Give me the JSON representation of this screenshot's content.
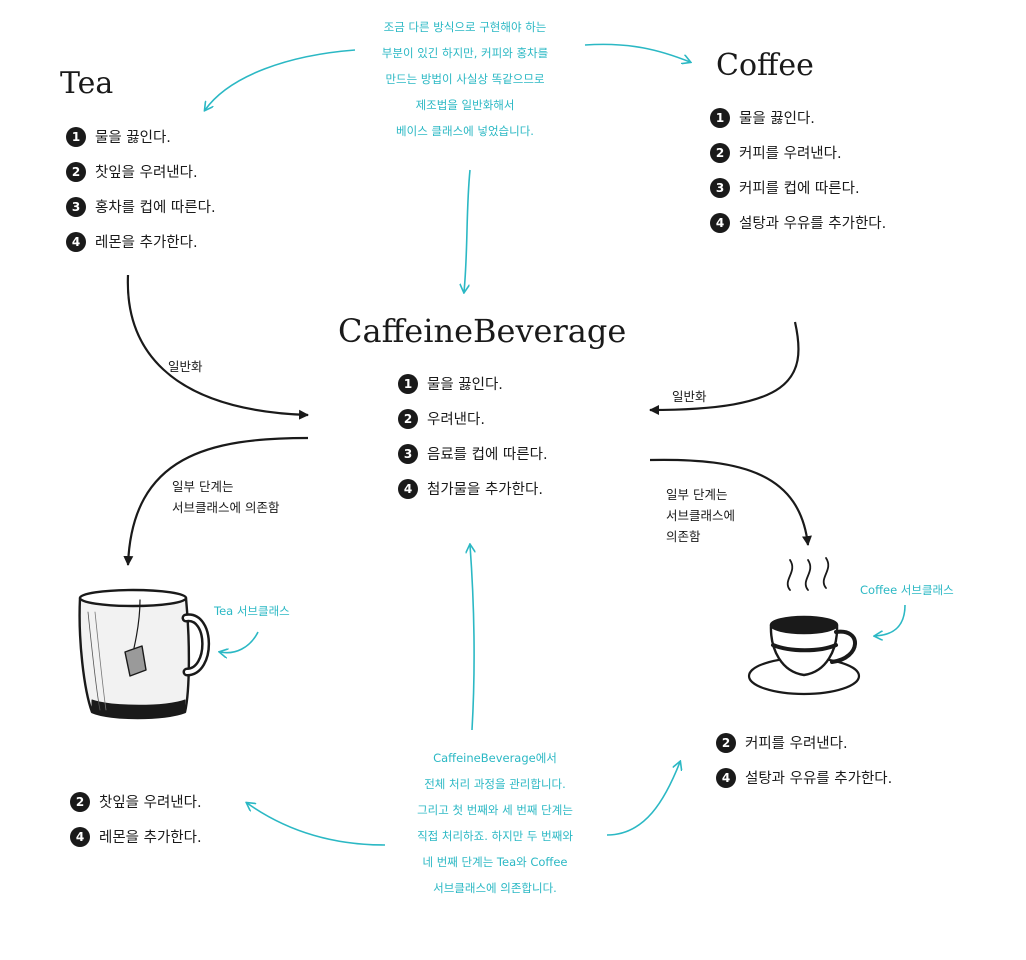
{
  "tea": {
    "title": "Tea",
    "steps": [
      {
        "num": "1",
        "text": "물을 끓인다."
      },
      {
        "num": "2",
        "text": "찻잎을 우려낸다."
      },
      {
        "num": "3",
        "text": "홍차를 컵에 따른다."
      },
      {
        "num": "4",
        "text": "레몬을 추가한다."
      }
    ]
  },
  "coffee": {
    "title": "Coffee",
    "steps": [
      {
        "num": "1",
        "text": "물을 끓인다."
      },
      {
        "num": "2",
        "text": "커피를 우려낸다."
      },
      {
        "num": "3",
        "text": "커피를 컵에 따른다."
      },
      {
        "num": "4",
        "text": "설탕과 우유를 추가한다."
      }
    ]
  },
  "caffeine": {
    "title": "CaffeineBeverage",
    "steps": [
      {
        "num": "1",
        "text": "물을 끓인다."
      },
      {
        "num": "2",
        "text": "우려낸다."
      },
      {
        "num": "3",
        "text": "음료를 컵에 따른다."
      },
      {
        "num": "4",
        "text": "첨가물을 추가한다."
      }
    ]
  },
  "notes": {
    "top": "조금 다른 방식으로 구현해야 하는\n부분이 있긴 하지만, 커피와 홍차를\n만드는 방법이 사실상 똑같으므로\n제조법을 일반화해서\n베이스 클래스에 넣었습니다.",
    "bottom": "CaffeineBeverage에서\n전체 처리 과정을 관리합니다.\n그리고 첫 번째와 세 번째 단계는\n직접 처리하죠. 하지만 두 번째와\n네 번째 단계는 Tea와 Coffee\n서브클래스에 의존합니다.",
    "tea_subclass": "Tea 서브클래스",
    "coffee_subclass": "Coffee 서브클래스"
  },
  "labels": {
    "generalize_left": "일반화",
    "generalize_right": "일반화",
    "depend_left": "일부 단계는\n서브클래스에 의존함",
    "depend_right": "일부 단계는\n서브클래스에\n의존함"
  },
  "tea_sub": {
    "steps": [
      {
        "num": "2",
        "text": "찻잎을 우려낸다."
      },
      {
        "num": "4",
        "text": "레몬을 추가한다."
      }
    ]
  },
  "coffee_sub": {
    "steps": [
      {
        "num": "2",
        "text": "커피를 우려낸다."
      },
      {
        "num": "4",
        "text": "설탕과 우유를 추가한다."
      }
    ]
  },
  "icons": {
    "tea_mug": "tea-mug-icon",
    "coffee_cup": "coffee-cup-icon"
  },
  "colors": {
    "accent": "#2bb8c4",
    "ink": "#1a1a1a"
  }
}
